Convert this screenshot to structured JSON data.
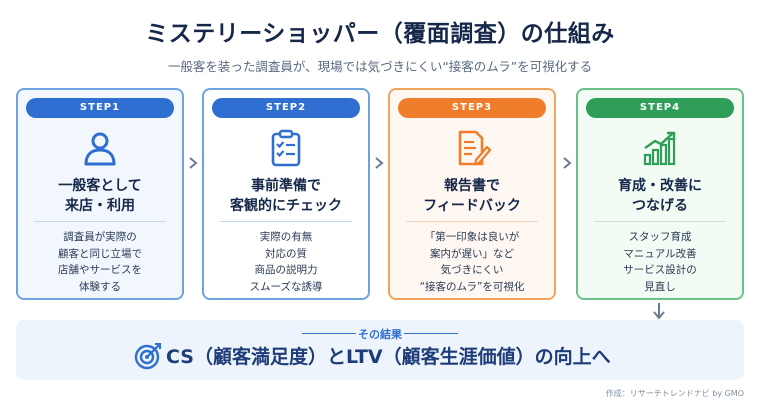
{
  "title": "ミステリーショッパー（覆面調査）の仕組み",
  "subtitle": "一般客を装った調査員が、現場では気づきにくい“接客のムラ”を可視化する",
  "steps": [
    {
      "label": "STEP1",
      "icon": "person-icon",
      "heading": [
        "一般客として",
        "来店・利用"
      ],
      "body": [
        "調査員が実際の",
        "顧客と同じ立場で",
        "店舗やサービスを",
        "体験する"
      ],
      "color": "#2f6fd1"
    },
    {
      "label": "STEP2",
      "icon": "clipboard-checklist-icon",
      "heading": [
        "事前準備で",
        "客観的にチェック"
      ],
      "body": [
        "実際の有無",
        "対応の質",
        "商品の説明力",
        "スムーズな誘導"
      ],
      "color": "#2f6fd1"
    },
    {
      "label": "STEP3",
      "icon": "report-pen-icon",
      "heading": [
        "報告書で",
        "フィードバック"
      ],
      "body": [
        "「第一印象は良いが",
        "案内が遅い」など",
        "気づきにくい",
        "“接客のムラ”を可視化"
      ],
      "color": "#ef7d2c"
    },
    {
      "label": "STEP4",
      "icon": "growth-chart-icon",
      "heading": [
        "育成・改善に",
        "つなげる"
      ],
      "body": [
        "スタッフ育成",
        "マニュアル改善",
        "サービス設計の",
        "見直し"
      ],
      "color": "#2f9e58"
    }
  ],
  "result": {
    "label": "その結果",
    "icon": "target-icon",
    "text": "CS（顧客満足度）とLTV（顧客生涯価値）の向上へ"
  },
  "credit": "作成：リサーチトレンドナビ by GMO"
}
